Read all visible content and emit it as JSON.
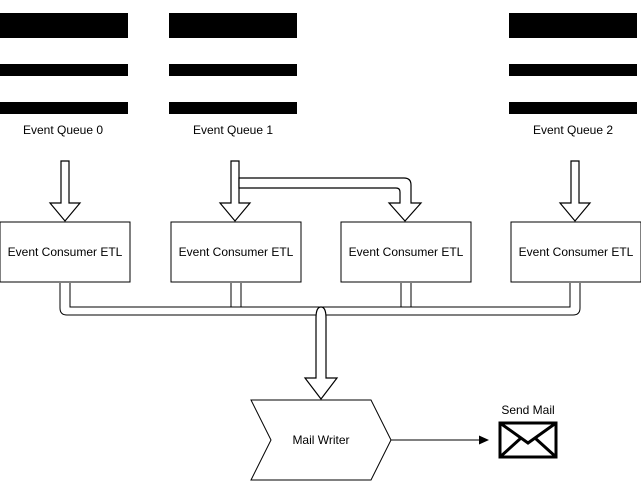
{
  "queues": [
    {
      "label": "Event Queue 0"
    },
    {
      "label": "Event Queue 1"
    },
    {
      "label": "Event Queue 2"
    }
  ],
  "consumers": [
    {
      "label": "Event Consumer ETL"
    },
    {
      "label": "Event Consumer ETL"
    },
    {
      "label": "Event Consumer ETL"
    },
    {
      "label": "Event Consumer ETL"
    }
  ],
  "mail_writer": {
    "label": "Mail Writer"
  },
  "send_mail": {
    "label": "Send Mail",
    "icon": "envelope-icon"
  },
  "colors": {
    "stroke": "#000000",
    "fill": "#ffffff"
  }
}
